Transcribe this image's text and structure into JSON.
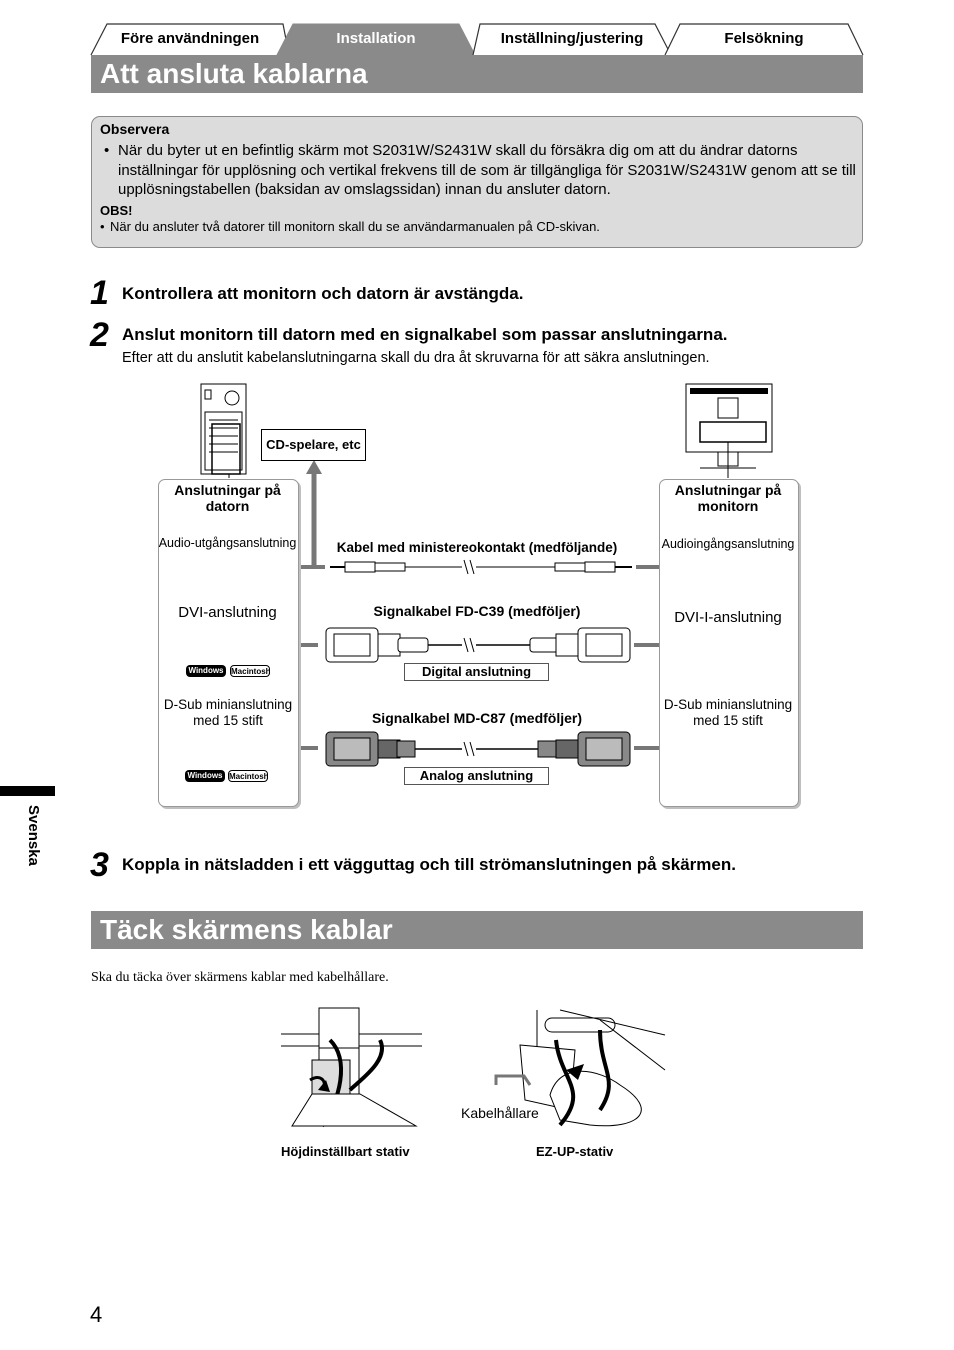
{
  "tabs": [
    {
      "label": "Före användningen",
      "active": false
    },
    {
      "label": "Installation",
      "active": true
    },
    {
      "label": "Inställning/justering",
      "active": false
    },
    {
      "label": "Felsökning",
      "active": false
    }
  ],
  "section1": {
    "title": "Att ansluta kablarna"
  },
  "note": {
    "heading": "Observera",
    "bullet": "När du byter ut en befintlig skärm mot S2031W/S2431W skall du försäkra dig om att du ändrar datorns inställningar för upplösning och vertikal frekvens till de som är tillgängliga för S2031W/S2431W genom att se till upplösningstabellen (baksidan av omslagssidan) innan du ansluter datorn.",
    "obs_heading": "OBS!",
    "obs_bullet": "När du ansluter två datorer till monitorn skall du se användarmanualen på CD-skivan."
  },
  "steps": [
    {
      "num": "1",
      "text": "Kontrollera att monitorn och datorn är avstängda."
    },
    {
      "num": "2",
      "text": "Anslut monitorn till datorn med en signalkabel som passar anslutningarna.",
      "sub": "Efter att du anslutit kabelanslutningarna skall du dra åt skruvarna för att säkra anslutningen."
    },
    {
      "num": "3",
      "text": "Koppla in nätsladden i ett vägguttag och till strömanslutningen på skärmen."
    }
  ],
  "diagram": {
    "cd_label": "CD-spelare, etc",
    "pc_panel_title": "Anslutningar på datorn",
    "mon_panel_title": "Anslutningar på monitorn",
    "pc_audio": "Audio-utgångsanslutning",
    "mon_audio": "Audioingångsanslutning",
    "pc_dvi": "DVI-anslutning",
    "mon_dvi": "DVI-I-anslutning",
    "pc_dsub": "D-Sub minianslutning med 15 stift",
    "mon_dsub": "D-Sub minianslutning med 15 stift",
    "cable_audio": "Kabel med ministereokontakt (medföljande)",
    "cable_dvi": "Signalkabel FD-C39 (medföljer)",
    "cable_dvi_type": "Digital anslutning",
    "cable_dsub": "Signalkabel MD-C87 (medföljer)",
    "cable_dsub_type": "Analog anslutning",
    "badge_windows": "Windows",
    "badge_mac": "Macintosh"
  },
  "sidebar": {
    "language": "Svenska"
  },
  "section2": {
    "title": "Täck skärmens kablar",
    "intro": "Ska du täcka över skärmens kablar med kabelhållare.",
    "callout": "Kabelhållare",
    "caption_left": "Höjdinställbart stativ",
    "caption_right": "EZ-UP-stativ"
  },
  "page_number": "4"
}
